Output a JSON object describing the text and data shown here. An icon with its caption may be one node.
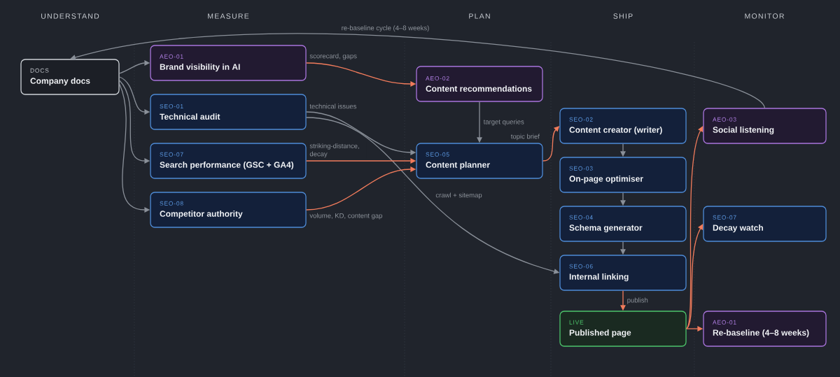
{
  "diagram": {
    "nodes": [
      {
        "text": [
          "DOCS",
          "Company docs"
        ]
      },
      {
        "text": [
          "AEO-01",
          "Brand visibility in AI"
        ]
      },
      {
        "text": [
          "SEO-01",
          "Technical audit"
        ]
      },
      {
        "text": [
          "SEO-07",
          "Search performance (GSC + GA4)"
        ]
      },
      {
        "text": [
          "SEO-08",
          "Competitor authority"
        ]
      },
      {
        "text": [
          "AEO-02",
          "Content recommendations"
        ]
      },
      {
        "text": [
          "SEO-05",
          "Content planner"
        ]
      },
      {
        "text": [
          "SEO-02",
          "Content creator (writer)"
        ]
      },
      {
        "text": [
          "SEO-03",
          "On-page optimiser"
        ]
      },
      {
        "text": [
          "SEO-04",
          "Schema generator"
        ]
      },
      {
        "text": [
          "SEO-06",
          "Internal linking"
        ]
      },
      {
        "text": [
          "LIVE",
          "Published page"
        ]
      },
      {
        "text": [
          "AEO-03",
          "Social listening"
        ]
      },
      {
        "text": [
          "SEO-07",
          "Decay watch"
        ]
      },
      {
        "text": [
          "AEO-01",
          "Re-baseline (4–8 weeks)"
        ]
      }
    ],
    "edges": [
      {
        "from": 0,
        "to": 1,
        "arrow": "to"
      },
      {
        "from": 0,
        "to": 2,
        "arrow": "to"
      },
      {
        "from": 0,
        "to": 3,
        "arrow": "to"
      },
      {
        "from": 0,
        "to": 4,
        "arrow": "to"
      },
      {
        "from": 1,
        "to": 5,
        "arrow": "to",
        "label": "scorecard, gaps",
        "color": "#f27c5c"
      },
      {
        "from": 2,
        "to": 6,
        "arrow": "to",
        "label": "technical issues"
      },
      {
        "from": 2,
        "to": 10,
        "arrow": "to",
        "label": "crawl + sitemap"
      },
      {
        "from": 3,
        "to": 6,
        "arrow": "to",
        "label": "striking-distance, decay",
        "color": "#f27c5c"
      },
      {
        "from": 4,
        "to": 6,
        "arrow": "to",
        "label": "volume, KD, content gap",
        "color": "#f27c5c"
      },
      {
        "from": 5,
        "to": 6,
        "arrow": "to",
        "label": "target queries"
      },
      {
        "from": 6,
        "to": 7,
        "arrow": "to",
        "label": "topic brief",
        "color": "#f27c5c"
      },
      {
        "from": 7,
        "to": 8,
        "arrow": "to"
      },
      {
        "from": 8,
        "to": 9,
        "arrow": "to"
      },
      {
        "from": 9,
        "to": 10,
        "arrow": "to"
      },
      {
        "from": 10,
        "to": 11,
        "arrow": "to",
        "label": "publish",
        "color": "#f27c5c"
      },
      {
        "from": 11,
        "to": 12,
        "arrow": "to",
        "color": "#f27c5c"
      },
      {
        "from": 11,
        "to": 13,
        "arrow": "to",
        "color": "#f27c5c"
      },
      {
        "from": 11,
        "to": 14,
        "arrow": "to",
        "color": "#f27c5c"
      },
      {
        "from": 12,
        "to": 0,
        "arrow": "to",
        "label": "re-baseline cycle (4–8 weeks)"
      }
    ],
    "labels": [
      "UNDERSTAND",
      "MEASURE",
      "PLAN",
      "SHIP",
      "MONITOR"
    ]
  }
}
